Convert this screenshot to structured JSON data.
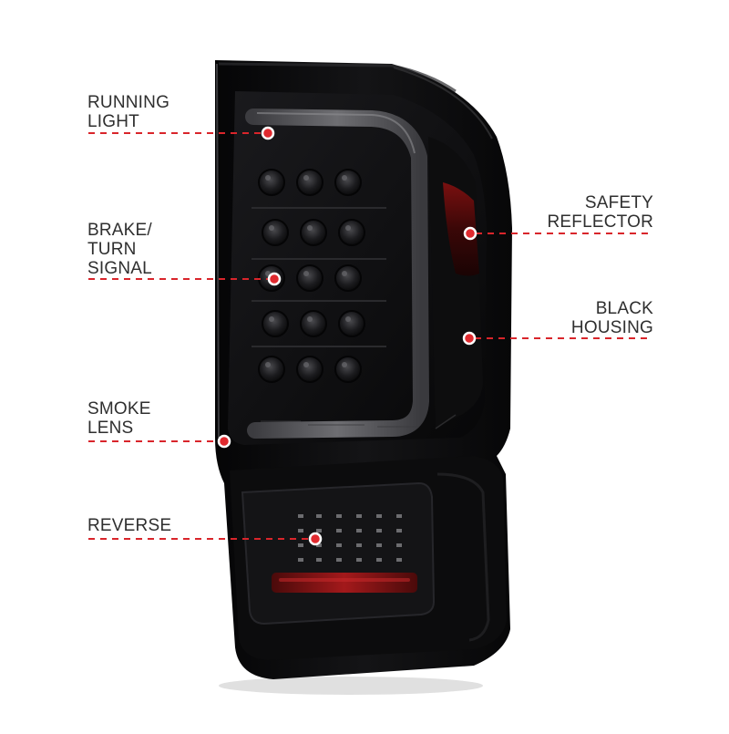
{
  "colors": {
    "accent": "#d9252b",
    "text": "#2f2f2f",
    "housing": "#0b0b0c"
  },
  "callouts": [
    {
      "name": "running-light",
      "lines": [
        "RUNNING",
        "LIGHT"
      ]
    },
    {
      "name": "brake-turn-signal",
      "lines": [
        "BRAKE/",
        "TURN",
        "SIGNAL"
      ]
    },
    {
      "name": "smoke-lens",
      "lines": [
        "SMOKE",
        "LENS"
      ]
    },
    {
      "name": "reverse",
      "lines": [
        "REVERSE"
      ]
    },
    {
      "name": "safety-reflector",
      "lines": [
        "SAFETY",
        "REFLECTOR"
      ]
    },
    {
      "name": "black-housing",
      "lines": [
        "BLACK",
        "HOUSING"
      ]
    }
  ]
}
